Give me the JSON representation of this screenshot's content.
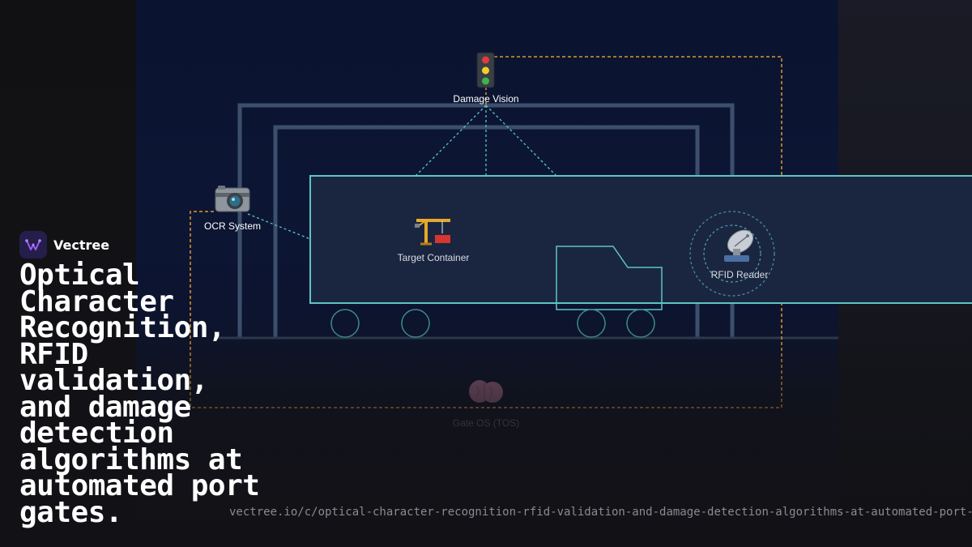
{
  "brand": {
    "name": "Vectree"
  },
  "headline": "Optical Character Recognition, RFID validation, and damage detection algorithms at automated port gates.",
  "url": "vectree.io/c/optical-character-recognition-rfid-validation-and-damage-detection-algorithms-at-automated-port-",
  "diagram": {
    "nodes": {
      "damage_vision": {
        "label": "Damage Vision",
        "icon": "traffic-light-icon",
        "glyph": "🚦"
      },
      "ocr": {
        "label": "OCR System",
        "icon": "camera-icon",
        "glyph": "📷"
      },
      "container": {
        "label": "Target Container",
        "icon": "crane-icon",
        "glyph": "🏗️"
      },
      "rfid": {
        "label": "RFID Reader",
        "icon": "satellite-antenna-icon",
        "glyph": "📡"
      },
      "tos": {
        "label": "Gate OS (TOS)",
        "icon": "brain-icon",
        "glyph": "🧠"
      }
    }
  },
  "colors": {
    "accent_teal": "#5ec4c4",
    "accent_orange": "#e0962e",
    "gantry": "#3c4f6c",
    "logo_purple": "#9b5cf0"
  }
}
